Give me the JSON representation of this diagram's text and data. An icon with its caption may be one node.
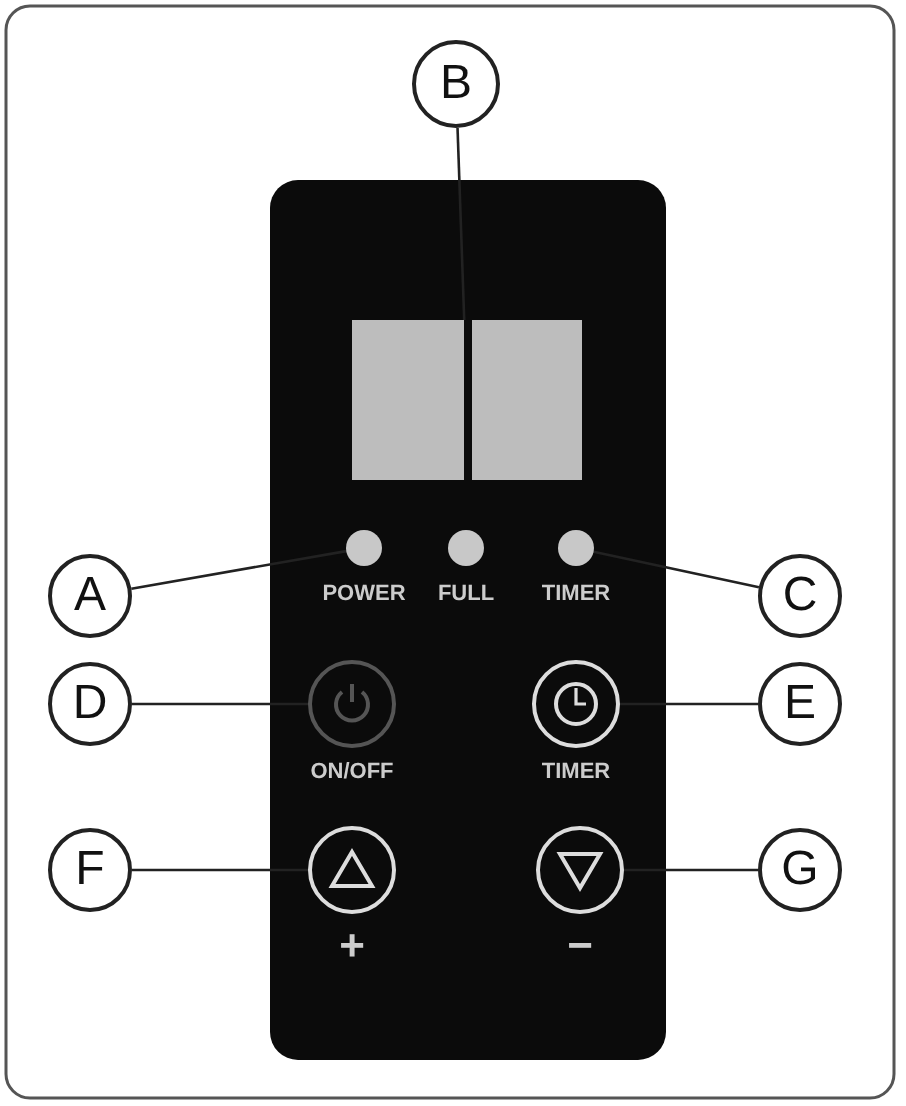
{
  "diagram": {
    "nodes": [
      {
        "text": [
          "A"
        ]
      },
      {
        "text": [
          "B"
        ]
      },
      {
        "text": [
          "C"
        ]
      },
      {
        "text": [
          "D"
        ]
      },
      {
        "text": [
          "E"
        ]
      },
      {
        "text": [
          "F"
        ]
      },
      {
        "text": [
          "G"
        ]
      },
      {
        "text": [],
        "shape": "box"
      },
      {
        "text": [],
        "shape": "circle"
      },
      {
        "text": [],
        "shape": "circle"
      },
      {
        "text": [],
        "shape": "circle"
      },
      {
        "text": [],
        "shape": "circle"
      },
      {
        "text": [],
        "shape": "circle"
      },
      {
        "text": [],
        "shape": "circle"
      },
      {
        "text": [],
        "shape": "circle"
      }
    ],
    "edges": [
      {
        "from": 0,
        "to": 8,
        "arrow": "none"
      },
      {
        "from": 1,
        "to": 7,
        "arrow": "none"
      },
      {
        "from": 2,
        "to": 10,
        "arrow": "none"
      },
      {
        "from": 3,
        "to": 11,
        "arrow": "none"
      },
      {
        "from": 4,
        "to": 12,
        "arrow": "none"
      },
      {
        "from": 5,
        "to": 13,
        "arrow": "none"
      },
      {
        "from": 6,
        "to": 14,
        "arrow": "none"
      }
    ],
    "labels": [
      "POWER",
      "FULL",
      "TIMER",
      "ON/OFF",
      "TIMER",
      "+",
      "−"
    ]
  }
}
